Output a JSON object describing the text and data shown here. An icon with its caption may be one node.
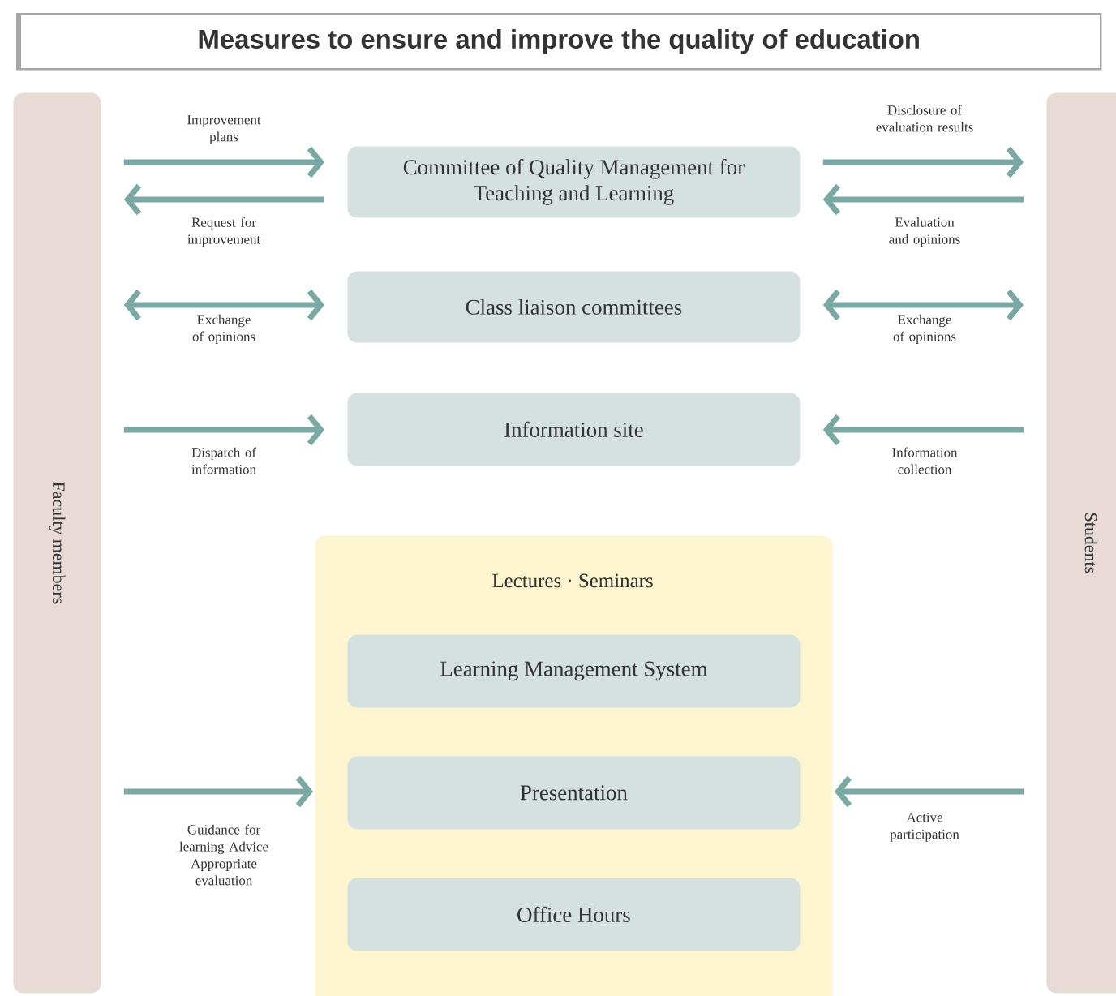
{
  "diagram": {
    "title": "Measures to ensure and improve the quality of education",
    "nodes": [
      {
        "text": [
          "Faculty members"
        ]
      },
      {
        "text": [
          "Committee of Quality Management for Teaching and Learning"
        ]
      },
      {
        "text": [
          "Class liaison committees"
        ]
      },
      {
        "text": [
          "Information site"
        ]
      },
      {
        "text": [
          "Lectures · Seminars"
        ]
      },
      {
        "text": [
          "Learning Management System"
        ],
        "in": 4
      },
      {
        "text": [
          "Presentation"
        ],
        "in": 4
      },
      {
        "text": [
          "Office Hours"
        ],
        "in": 4
      },
      {
        "text": [
          "Students"
        ]
      }
    ],
    "edges": [
      {
        "from": 0,
        "to": 1,
        "arrow": "to",
        "label": "Improvement plans"
      },
      {
        "from": 1,
        "to": 0,
        "arrow": "to",
        "label": "Request for improvement"
      },
      {
        "from": 0,
        "to": 2,
        "arrow": "both",
        "label": "Exchange of opinions"
      },
      {
        "from": 0,
        "to": 3,
        "arrow": "to",
        "label": "Dispatch of information"
      },
      {
        "from": 0,
        "to": 4,
        "arrow": "to",
        "label": "Guidance for learning Advice Appropriate evaluation"
      },
      {
        "from": 1,
        "to": 8,
        "arrow": "to",
        "label": "Disclosure of evaluation results"
      },
      {
        "from": 8,
        "to": 1,
        "arrow": "to",
        "label": "Evaluation and opinions"
      },
      {
        "from": 2,
        "to": 8,
        "arrow": "both",
        "label": "Exchange of opinions"
      },
      {
        "from": 8,
        "to": 3,
        "arrow": "to",
        "label": "Information collection"
      },
      {
        "from": 8,
        "to": 4,
        "arrow": "to",
        "label": "Active participation"
      }
    ]
  }
}
